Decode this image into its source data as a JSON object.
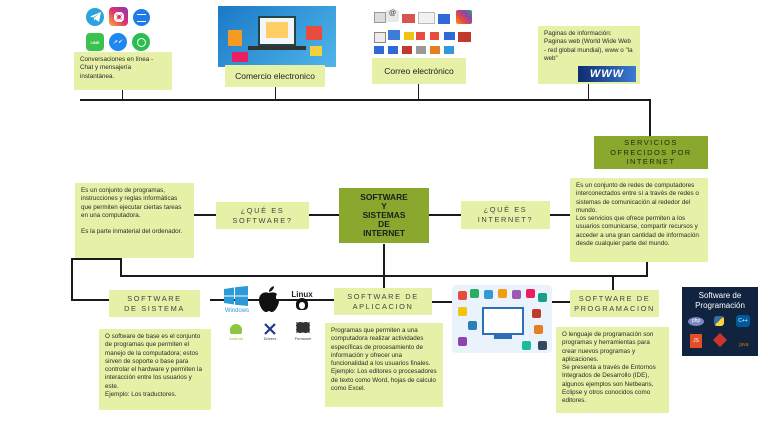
{
  "center": {
    "title": "SOFTWARE\nY\nSISTEMAS\nDE\nINTERNET"
  },
  "que_es_software": {
    "label": "¿QUÉ ES\nSOFTWARE?",
    "description": "Es un conjunto de programas, instrucciones y reglas informáticas que permiten ejecutar ciertas tareas en una computadora.\n\nEs la parte inmaterial del ordenador."
  },
  "que_es_internet": {
    "label": "¿QUÉ ES\nINTERNET?",
    "description": "Es un conjunto de redes de computadores interconectados entre sí a través de redes o sistemas de comunicación al rededor del mundo.\nLos servicios que ofrece permiten a los usuarios comunicarse, compartir recursos y acceder a una gran cantidad de información desde cualquier parte del mundo."
  },
  "servicios": {
    "label": "SERVICIOS\nOFRECIDOS POR\nINTERNET",
    "items": [
      {
        "label": "Conversaciones en línea - Chat y mensajería instantánea."
      },
      {
        "label": "Comercio electronico"
      },
      {
        "label": "Correo electrónico"
      },
      {
        "label": "Paginas de información:\nPaginas web (World Wide Web - red global mundial), www o \"la web\""
      }
    ]
  },
  "tipos": [
    {
      "label": "SOFTWARE\nDE SISTEMA",
      "description": "O software de base es el conjunto de programas que permiten el manejo de la computadora; estos sirven de soporte o base para controlar el hardware y permiten la interacción entre los usuarios y este.\nEjemplo: Los traductores."
    },
    {
      "label": "SOFTWARE DE\nAPLICACION",
      "description": "Programas que permiten a una computadora realizar actividades específicas de procesamiento de información y ofrecer una funcionalidad a los usuarios finales.\nEjemplo: Los editores o procesadores de texto como Word, hojas de calculo como Excel."
    },
    {
      "label": "SOFTWARE DE\nPROGRAMACION",
      "description": "O lenguaje de programación son programas y herramientas para crear nuevos programas y aplicaciones.\nSe presenta a través de Entornos Integrados de Desarrollo (IDE), algunos ejemplos son Netbeans, Eclipse y otros conocidos como editores."
    }
  ],
  "os_logos": {
    "windows": "Windows",
    "linux": "Linux",
    "android": "Android",
    "drivers": "Drivers",
    "firmware": "Firmware"
  },
  "prog_image": {
    "title": "Software de\nProgramación",
    "langs": [
      "php",
      "C++",
      "JS",
      "java"
    ]
  },
  "www_text": "WWW",
  "colors": {
    "note_bg": "#e6f0a6",
    "dark_bg": "#8aa82e",
    "line": "#1a1a1a"
  }
}
